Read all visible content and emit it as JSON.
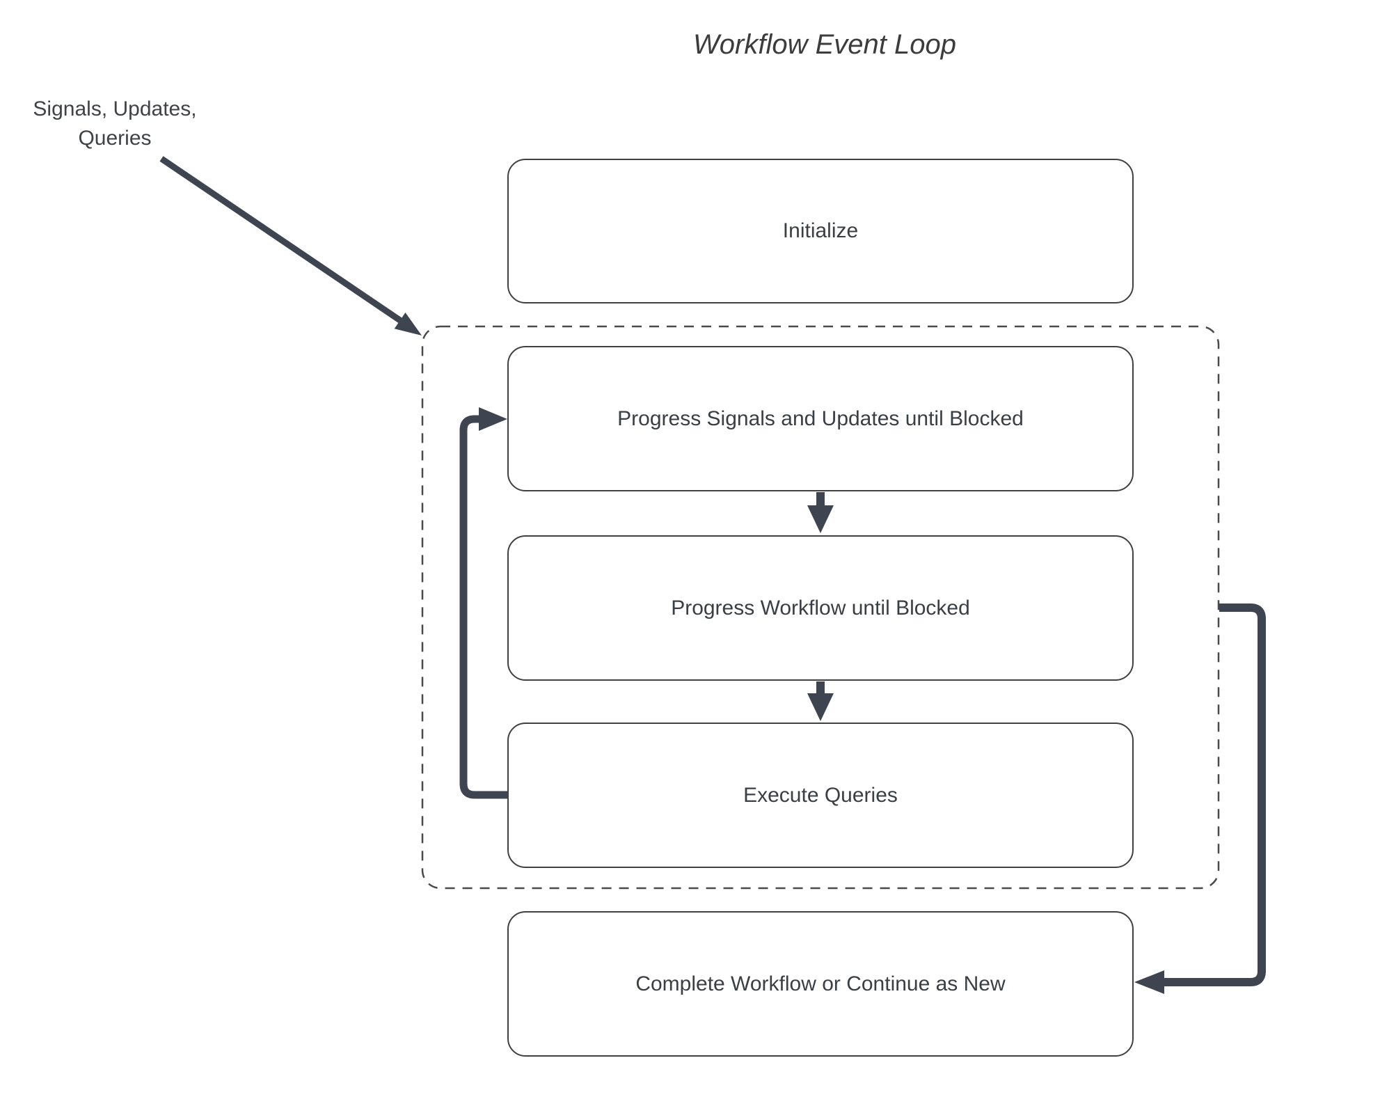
{
  "title": "Workflow Event Loop",
  "annotation": {
    "line1": "Signals, Updates,",
    "line2": "Queries"
  },
  "nodes": {
    "initialize": "Initialize",
    "progress_signals": "Progress Signals and Updates until Blocked",
    "progress_workflow": "Progress Workflow until Blocked",
    "execute_queries": "Execute Queries",
    "complete": "Complete Workflow or Continue as New"
  },
  "colors": {
    "arrow": "#3e4450",
    "box_border": "#404040",
    "dashed_border": "#4a4a4a",
    "text": "#3a3e45"
  }
}
